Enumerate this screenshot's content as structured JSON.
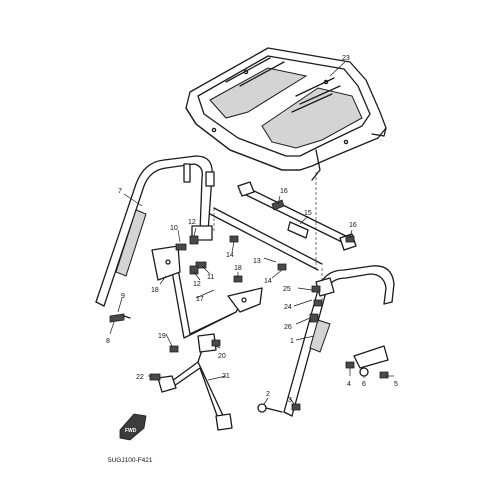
{
  "diagram": {
    "drawing_code": "5UGJ100-F421",
    "fwd_label": "FWD",
    "callouts": {
      "p1": "1",
      "p2": "2",
      "p3": "3",
      "p4": "4",
      "p5": "5",
      "p6": "6",
      "p7": "7",
      "p8": "8",
      "p9": "9",
      "p10": "10",
      "p11": "11",
      "p12a": "12",
      "p12b": "12",
      "p13": "13",
      "p14a": "14",
      "p14b": "14",
      "p15": "15",
      "p16a": "16",
      "p16b": "16",
      "p17": "17",
      "p18a": "18",
      "p18b": "18",
      "p19": "19",
      "p20": "20",
      "p21": "21",
      "p22": "22",
      "p23": "23",
      "p24": "24",
      "p25": "25",
      "p26": "26"
    }
  }
}
